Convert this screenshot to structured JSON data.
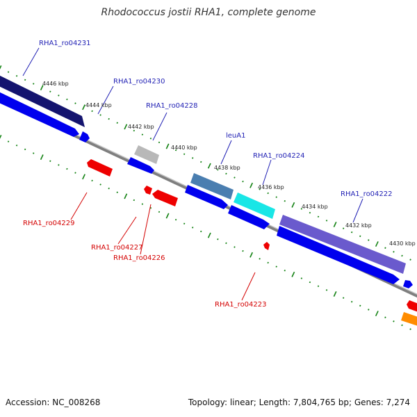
{
  "title": "Rhodococcus jostii RHA1, complete genome",
  "footer": {
    "accession": "Accession: NC_008268",
    "topology": "Topology: linear; Length: 7,804,765 bp; Genes: 7,274"
  },
  "ticks": [
    "4446 kbp",
    "4444 kbp",
    "4442 kbp",
    "4440 kbp",
    "4438 kbp",
    "4436 kbp",
    "4434 kbp",
    "4432 kbp",
    "4430 kbp"
  ],
  "genes": {
    "ro04231": "RHA1_ro04231",
    "ro04230": "RHA1_ro04230",
    "ro04228": "RHA1_ro04228",
    "leuA1": "leuA1",
    "ro04224": "RHA1_ro04224",
    "ro04222": "RHA1_ro04222",
    "ro04229": "RHA1_ro04229",
    "ro04227": "RHA1_ro04227",
    "ro04226": "RHA1_ro04226",
    "ro04223": "RHA1_ro04223"
  },
  "colors": {
    "forward_label": "#1f1fb4",
    "reverse_label": "#d40000",
    "tick": "#138213",
    "backbone": "#808080",
    "cds_forward": "#0000ee",
    "cds_reverse": "#ee0000",
    "gene_navy": "#141470",
    "gene_gray": "#b8b8b8",
    "gene_steel": "#4a7eb0",
    "gene_cyan": "#19e6e6",
    "gene_purple": "#6a5acd",
    "gene_orange": "#ff8c00"
  }
}
